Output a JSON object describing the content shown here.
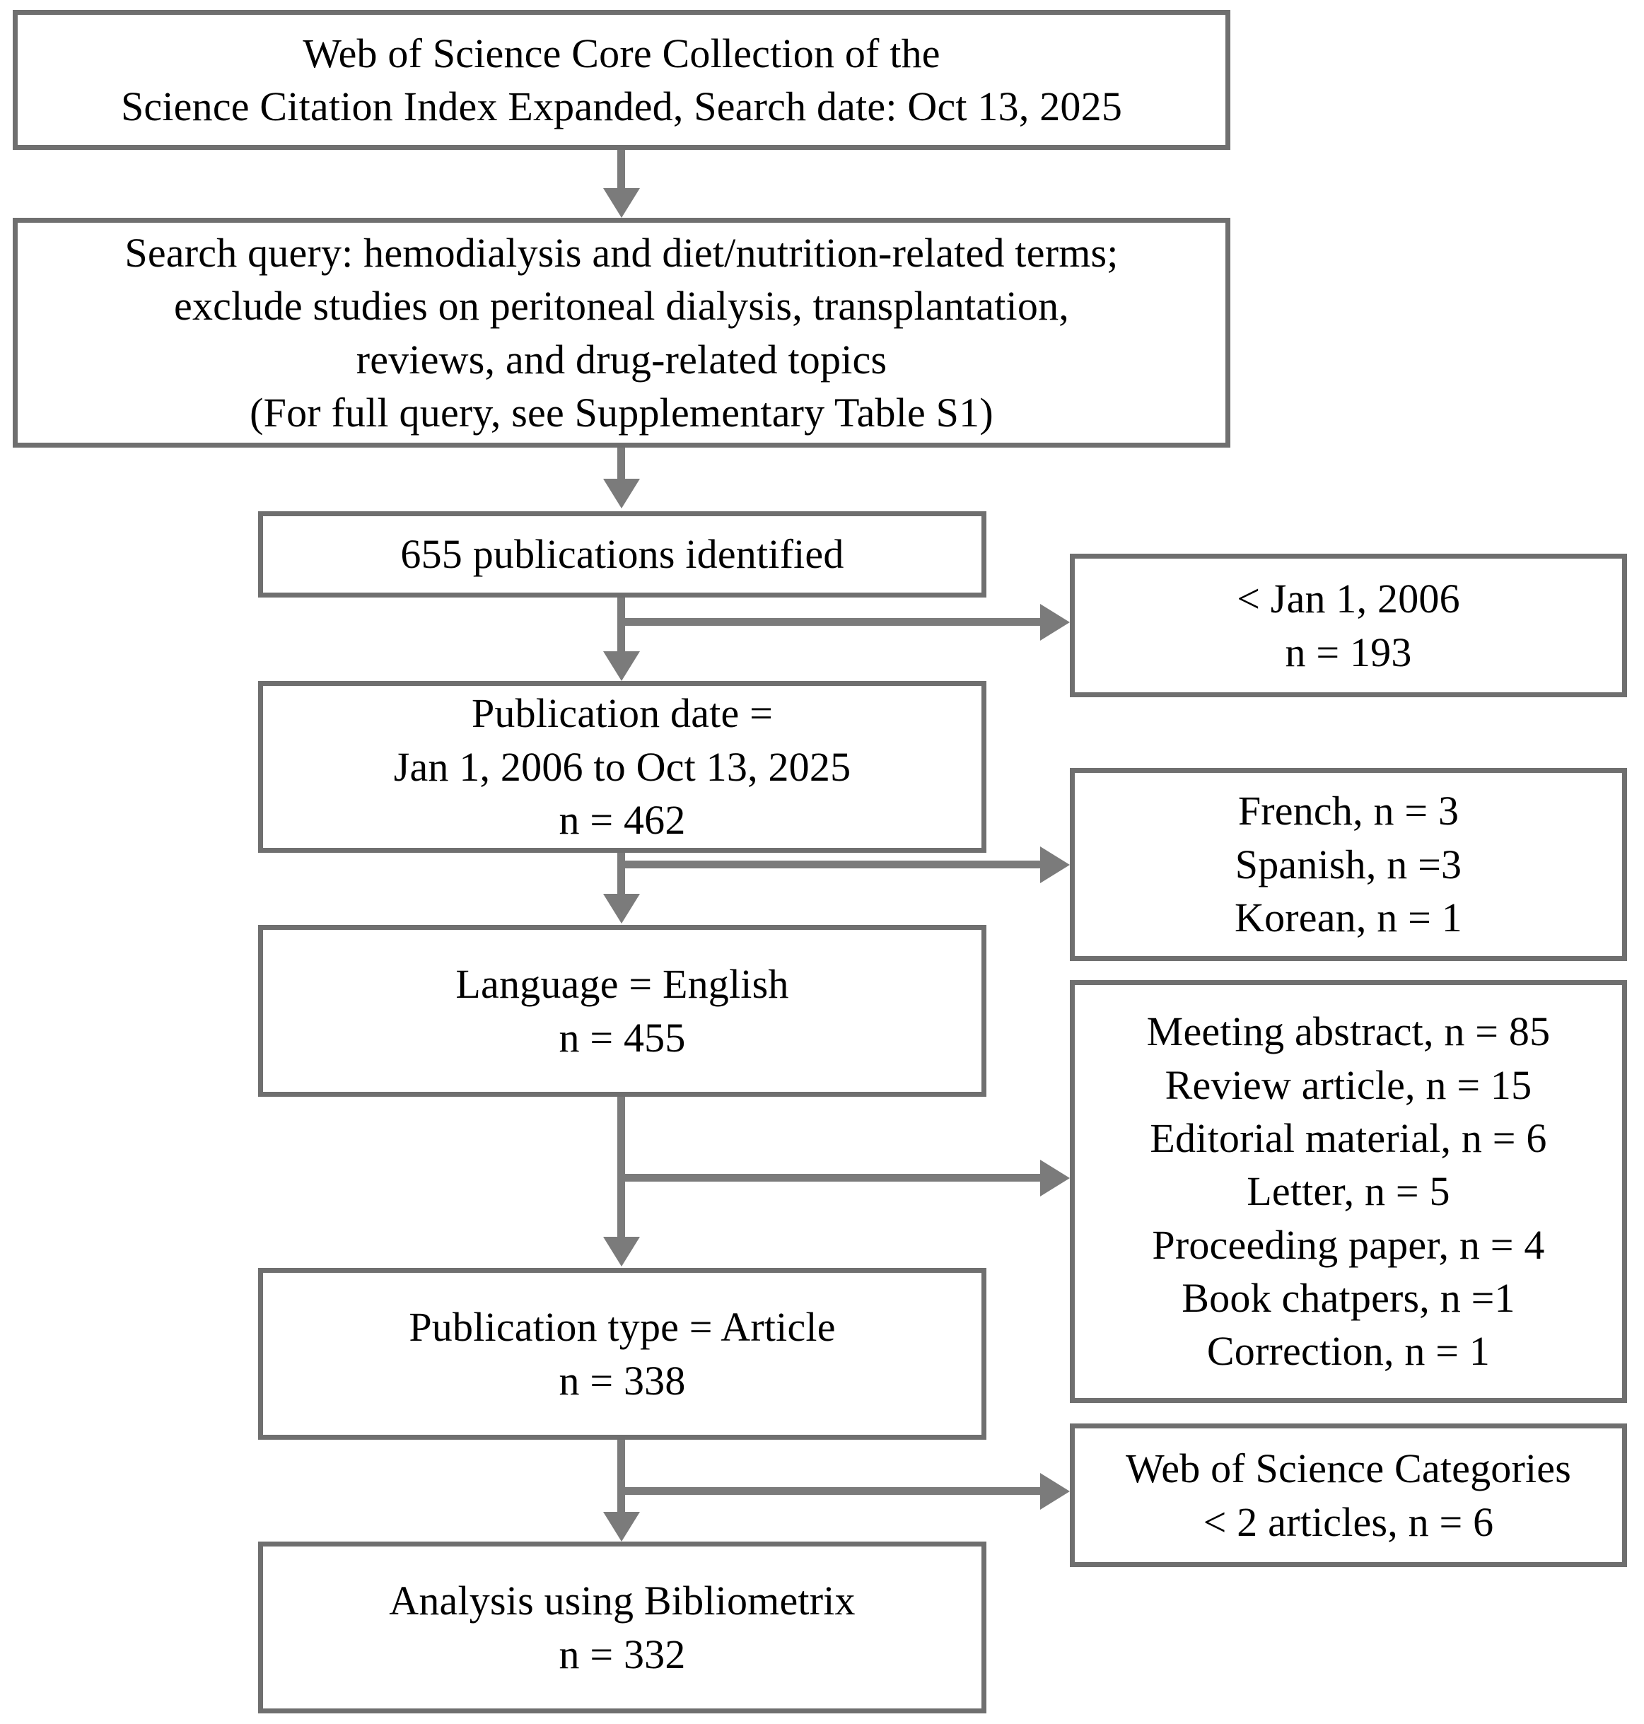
{
  "diagram": {
    "title": "PRISMA-style publication screening flowchart",
    "colors": {
      "border": "#6f6f6f",
      "arrow": "#7b7b7b",
      "background": "#ffffff",
      "text": "#000000"
    }
  },
  "nodes": {
    "source": {
      "lines": [
        "Web of Science Core Collection of the",
        "Science Citation Index Expanded, Search date: Oct 13, 2025"
      ]
    },
    "query": {
      "lines": [
        "Search query: hemodialysis and diet/nutrition-related terms;",
        "exclude studies on peritoneal dialysis, transplantation,",
        "reviews, and drug-related topics",
        "(For full query, see Supplementary Table S1)"
      ]
    },
    "identified": {
      "lines": [
        "655 publications identified"
      ]
    },
    "publication_date": {
      "lines": [
        "Publication date =",
        "Jan 1, 2006 to Oct 13, 2025",
        "n = 462"
      ]
    },
    "language": {
      "lines": [
        "Language = English",
        "n = 455"
      ]
    },
    "publication_type": {
      "lines": [
        "Publication type = Article",
        "n = 338"
      ]
    },
    "analysis": {
      "lines": [
        "Analysis using Bibliometrix",
        "n = 332"
      ]
    }
  },
  "exclusions": {
    "by_date": {
      "lines": [
        "<  Jan 1, 2006",
        "n =  193"
      ]
    },
    "by_language": {
      "lines": [
        "French, n = 3",
        "Spanish, n =3",
        "Korean, n = 1"
      ]
    },
    "by_type": {
      "lines": [
        "Meeting abstract, n = 85",
        "Review article, n = 15",
        "Editorial material, n = 6",
        "Letter, n = 5",
        "Proceeding paper, n = 4",
        "Book chatpers, n =1",
        "Correction, n = 1"
      ]
    },
    "by_category": {
      "lines": [
        "Web of Science Categories",
        "< 2 articles, n = 6"
      ]
    }
  }
}
